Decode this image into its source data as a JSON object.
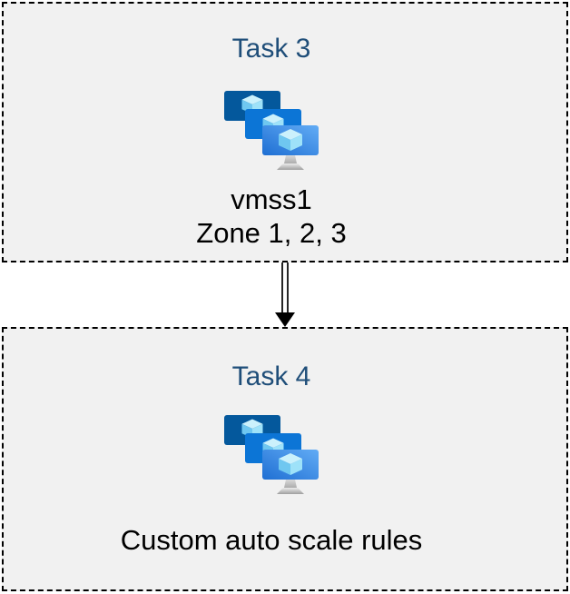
{
  "diagram": {
    "type": "flow",
    "background": "#ffffff",
    "box_fill": "#f1f1f1",
    "box_border_color": "#000000",
    "box_border_style": "dashed",
    "title_color": "#1f4e79",
    "text_color": "#000000",
    "boxes": [
      {
        "id": "task3",
        "title": "Task 3",
        "icon": "vmss-icon",
        "lines": [
          "vmss1",
          "Zone 1, 2, 3"
        ]
      },
      {
        "id": "task4",
        "title": "Task 4",
        "icon": "vmss-icon",
        "lines": [
          "Custom auto scale rules"
        ]
      }
    ],
    "connector": {
      "from": "task3",
      "to": "task4",
      "style": "double-line",
      "direction": "down",
      "color": "#000000"
    },
    "icon_colors": {
      "monitor_back": "#04589c",
      "monitor_middle": "#0c75d6",
      "monitor_front_gradient_start": "#1f6fd3",
      "monitor_front_gradient_end": "#62acf5",
      "cube_top": "#cbf1fc",
      "cube_left": "#6fc7f0",
      "cube_right": "#9ee2f9",
      "stand_light": "#e8e8e8",
      "stand_dark": "#9e9e9e"
    }
  }
}
